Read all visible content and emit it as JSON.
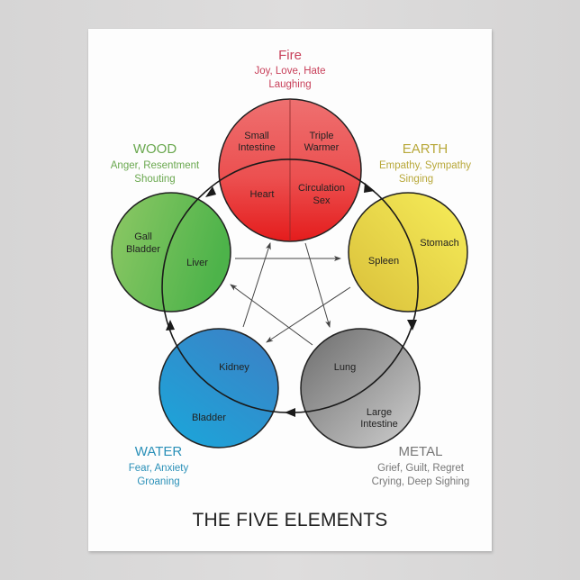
{
  "title": "THE FIVE ELEMENTS",
  "elements": {
    "fire": {
      "name": "Fire",
      "emotions": "Joy, Love, Hate",
      "sound": "Laughing",
      "color": "#c8405a",
      "organs": [
        "Small",
        "Intestine",
        "Triple",
        "Warmer",
        "Heart",
        "Circulation",
        "Sex"
      ]
    },
    "wood": {
      "name": "WOOD",
      "emotions": "Anger, Resentment",
      "sound": "Shouting",
      "color": "#6aa84f",
      "organs": [
        "Gall",
        "Bladder",
        "Liver"
      ]
    },
    "earth": {
      "name": "EARTH",
      "emotions": "Empathy, Sympathy",
      "sound": "Singing",
      "color": "#b8a83a",
      "organs": [
        "Stomach",
        "Spleen"
      ]
    },
    "water": {
      "name": "WATER",
      "emotions": "Fear, Anxiety",
      "sound": "Groaning",
      "color": "#2a90b8",
      "organs": [
        "Kidney",
        "Bladder"
      ]
    },
    "metal": {
      "name": "METAL",
      "emotions": "Grief, Guilt, Regret",
      "sound": "Crying, Deep Sighing",
      "color": "#777777",
      "organs": [
        "Lung",
        "Large",
        "Intestine"
      ]
    }
  }
}
